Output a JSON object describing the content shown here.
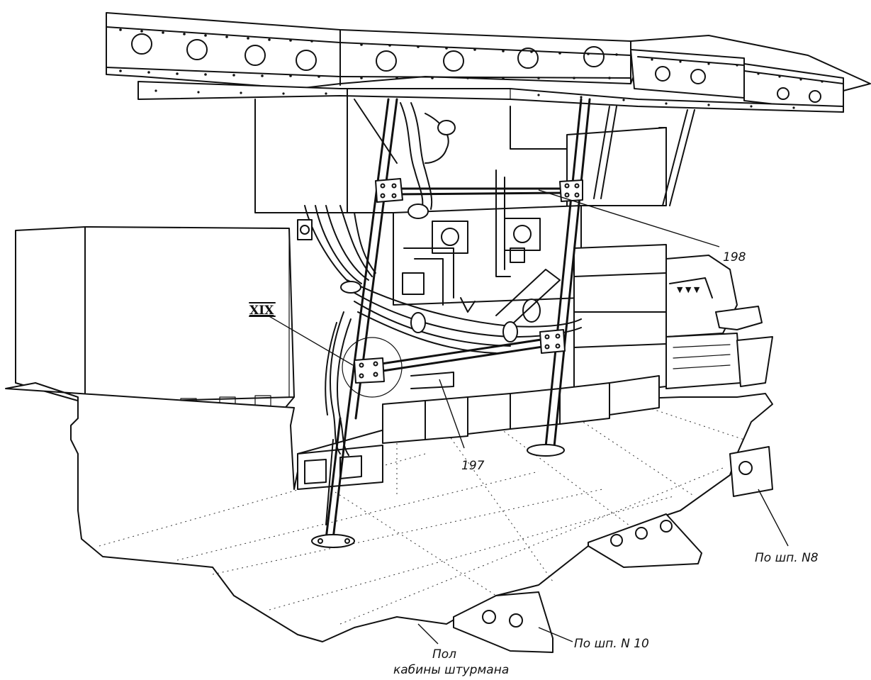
{
  "callouts": {
    "part_198": "198",
    "part_197": "197",
    "view_xix": "XIX",
    "frame_8": "По шп. N8",
    "frame_10": "По шп. N 10",
    "floor_line1": "Пол",
    "floor_line2": "кабины штурмана"
  },
  "colors": {
    "ink": "#111111",
    "paper": "#ffffff"
  }
}
